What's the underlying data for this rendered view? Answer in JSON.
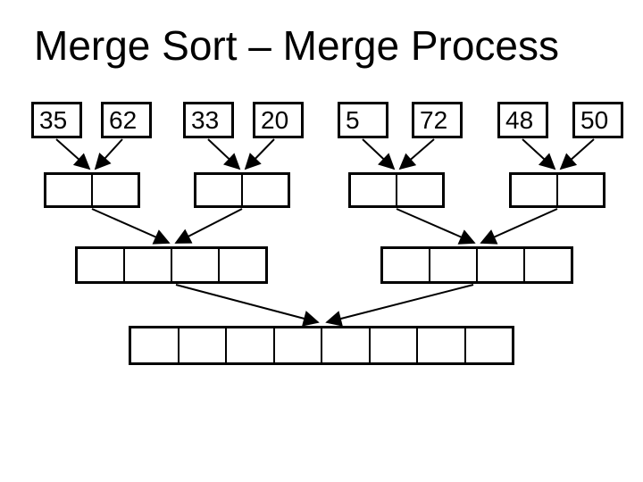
{
  "title": "Merge Sort – Merge Process",
  "colors": {
    "background": "#ffffff",
    "line": "#000000",
    "text": "#000000"
  },
  "diagram": {
    "type": "merge-sort-tree",
    "leaves": [
      "35",
      "62",
      "33",
      "20",
      "5",
      "72",
      "48",
      "50"
    ],
    "levels": [
      {
        "name": "input-elements",
        "boxes": 8,
        "cells_per_box": 1,
        "values": [
          "35",
          "62",
          "33",
          "20",
          "5",
          "72",
          "48",
          "50"
        ]
      },
      {
        "name": "merged-pairs",
        "boxes": 4,
        "cells_per_box": 2,
        "values": []
      },
      {
        "name": "merged-quads",
        "boxes": 2,
        "cells_per_box": 4,
        "values": []
      },
      {
        "name": "merged-all",
        "boxes": 1,
        "cells_per_box": 8,
        "values": []
      }
    ]
  }
}
